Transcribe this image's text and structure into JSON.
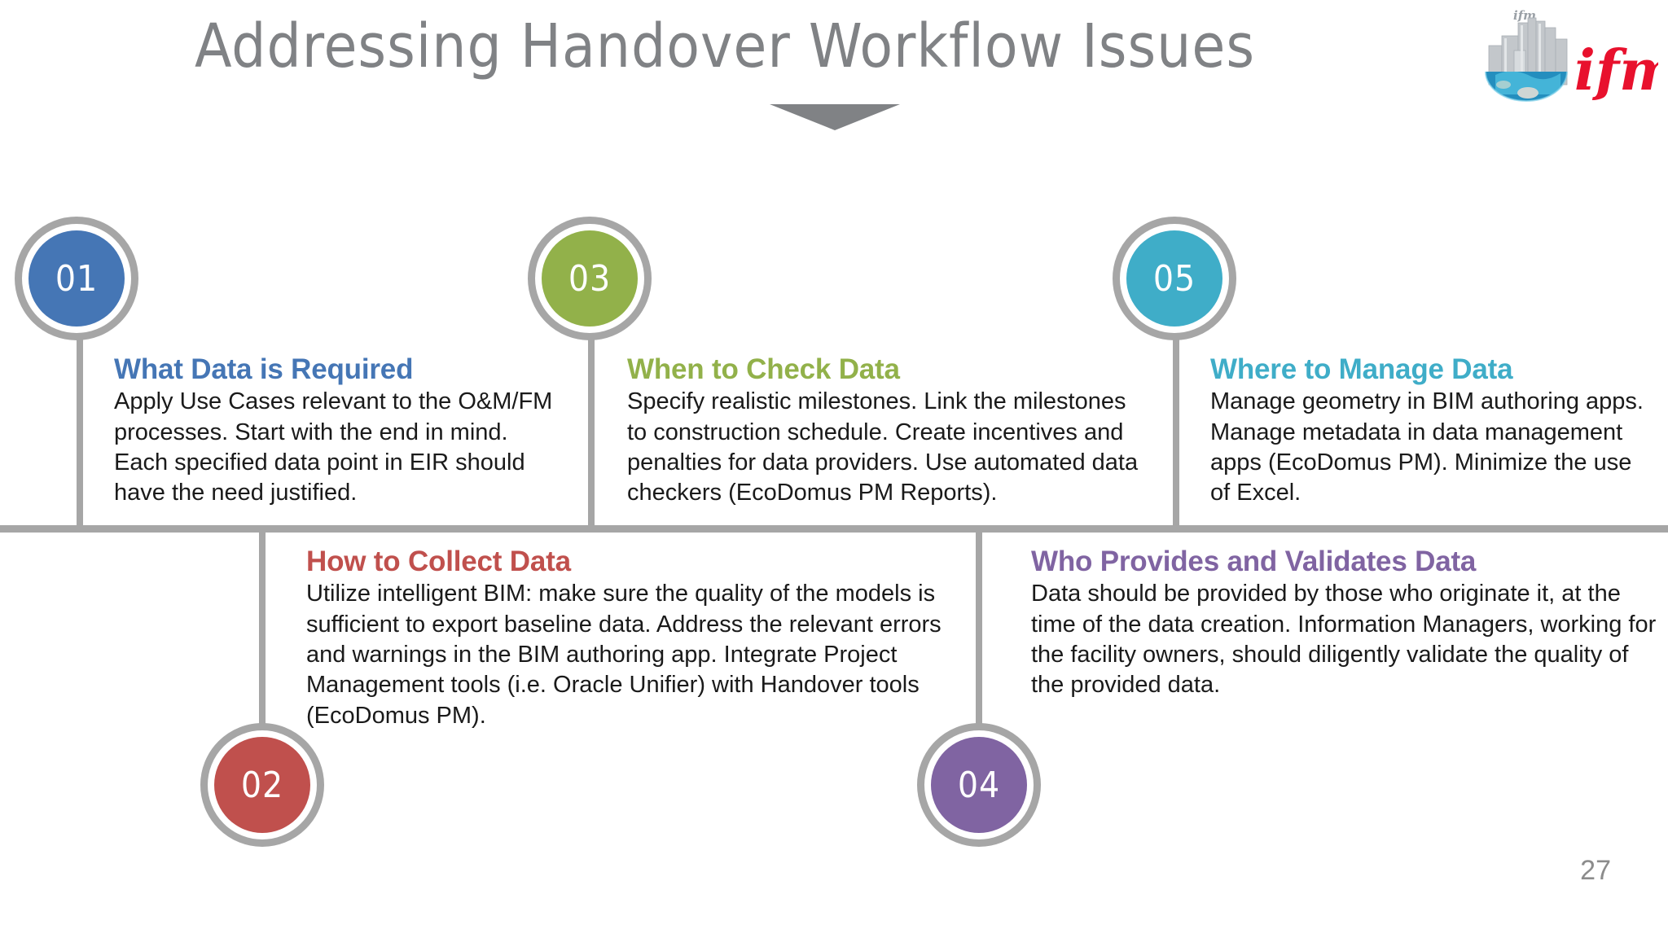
{
  "slide": {
    "title": "Addressing Handover Workflow Issues",
    "page_number": "27",
    "title_color": "#808285",
    "connector_color": "#a6a6a6"
  },
  "logo": {
    "wordmark": "ifm",
    "tower_mark": "ifm",
    "wordmark_color": "#e8112d",
    "globe_color": "#2e9fd0",
    "building_color": "#b9bdc1"
  },
  "items": [
    {
      "number": "01",
      "heading": "What Data is Required",
      "body": "Apply Use Cases relevant to the O&M/FM processes. Start with the end in mind. Each specified data point in EIR should have the need justified.",
      "color": "#4576b5"
    },
    {
      "number": "02",
      "heading": "How to Collect Data",
      "body": "Utilize intelligent BIM: make sure the quality of the models is sufficient to export baseline data. Address the relevant errors and warnings in the BIM authoring app. Integrate Project Management tools (i.e. Oracle Unifier) with Handover tools (EcoDomus PM).",
      "color": "#c0504d"
    },
    {
      "number": "03",
      "heading": "When to Check Data",
      "body": "Specify realistic milestones. Link the milestones to construction schedule. Create incentives and penalties for data providers. Use automated data checkers (EcoDomus PM Reports).",
      "color": "#92b14a"
    },
    {
      "number": "04",
      "heading": "Who Provides and Validates Data",
      "body": "Data should be provided by those who originate it, at the time of the data creation. Information Managers, working for the facility owners, should diligently validate the quality of the provided data.",
      "color": "#8064a2"
    },
    {
      "number": "05",
      "heading": "Where to Manage Data",
      "body": "Manage geometry in BIM authoring apps. Manage metadata in data management apps (EcoDomus PM). Minimize the use of Excel.",
      "color": "#3fadc8"
    }
  ]
}
